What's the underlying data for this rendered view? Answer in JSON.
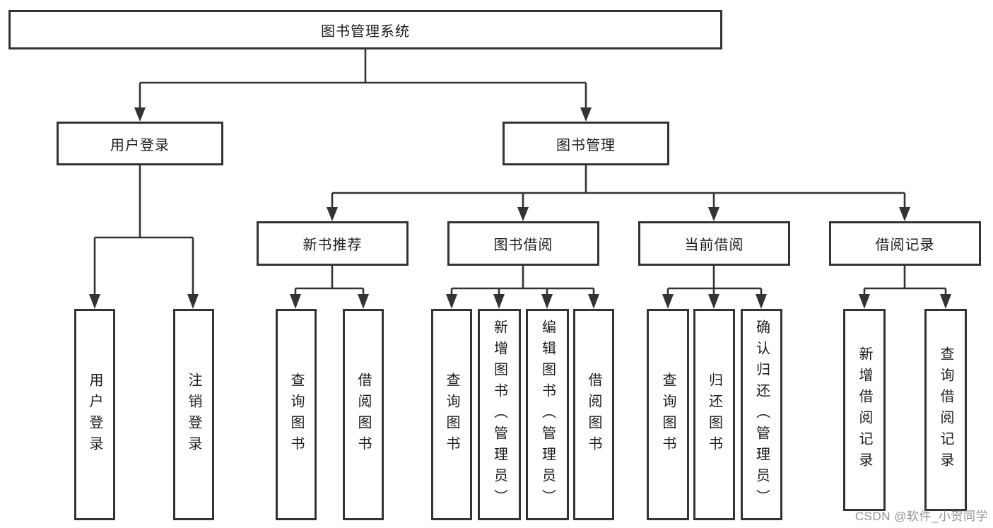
{
  "diagram": {
    "root": {
      "label": "图书管理系统"
    },
    "level2": {
      "user_login": {
        "label": "用户登录"
      },
      "book_mgmt": {
        "label": "图书管理"
      }
    },
    "level3": {
      "new_book": {
        "label": "新书推荐"
      },
      "book_borrow": {
        "label": "图书借阅"
      },
      "current_borrow": {
        "label": "当前借阅"
      },
      "borrow_record": {
        "label": "借阅记录"
      }
    },
    "leaves": {
      "user_login": {
        "label": "用户登录"
      },
      "logout": {
        "label": "注销登录"
      },
      "nb_query": {
        "label": "查询图书"
      },
      "nb_borrow": {
        "label": "借阅图书"
      },
      "bb_query": {
        "label": "查询图书"
      },
      "bb_add": {
        "label": "新增图书（管理员）"
      },
      "bb_edit": {
        "label": "编辑图书（管理员）"
      },
      "bb_borrow": {
        "label": "借阅图书"
      },
      "cb_query": {
        "label": "查询图书"
      },
      "cb_return": {
        "label": "归还图书"
      },
      "cb_confirm": {
        "label": "确认归还（管理员）"
      },
      "br_add": {
        "label": "新增借阅记录"
      },
      "br_query": {
        "label": "查询借阅记录"
      }
    },
    "watermark": "CSDN @软件_小贺同学",
    "colors": {
      "line": "#333333",
      "box_border": "#333333",
      "box_fill": "#ffffff",
      "text": "#1c1c1c",
      "watermark": "#808080",
      "background": "#ffffff"
    }
  }
}
